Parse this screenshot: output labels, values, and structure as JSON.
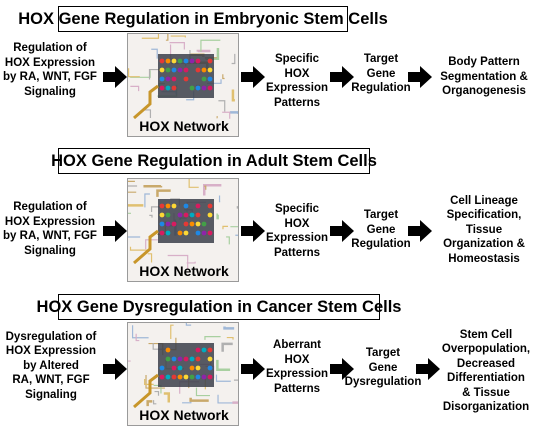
{
  "panels": [
    {
      "title": "HOX Gene Regulation in Embryonic Stem Cells",
      "input": [
        "Regulation of",
        "HOX Expression",
        "by RA, WNT, FGF",
        "Signaling"
      ],
      "network_label": "HOX Network",
      "expression": [
        "Specific",
        "HOX",
        "Expression",
        "Patterns"
      ],
      "target": [
        "Target",
        "Gene",
        "Regulation"
      ],
      "outcome": [
        "Body Pattern",
        "Segmentation &",
        "Organogenesis"
      ]
    },
    {
      "title": "HOX Gene Regulation in Adult Stem Cells",
      "input": [
        "Regulation of",
        "HOX Expression",
        "by RA, WNT, FGF",
        "Signaling"
      ],
      "network_label": "HOX Network",
      "expression": [
        "Specific",
        "HOX",
        "Expression",
        "Patterns"
      ],
      "target": [
        "Target",
        "Gene",
        "Regulation"
      ],
      "outcome": [
        "Cell Lineage",
        "Specification,",
        "Tissue",
        "Organization &",
        "Homeostasis"
      ]
    },
    {
      "title": "HOX Gene Dysregulation in Cancer Stem Cells",
      "input": [
        "Dysregulation of",
        "HOX Expression",
        "by Altered",
        "RA, WNT, FGF",
        "Signaling"
      ],
      "network_label": "HOX Network",
      "expression": [
        "Aberrant",
        "HOX",
        "Expression",
        "Patterns"
      ],
      "target": [
        "Target",
        "Gene",
        "Dysregulation"
      ],
      "outcome": [
        "Stem Cell",
        "Overpopulation,",
        "Decreased",
        "Differentiation",
        "& Tissue",
        "Disorganization"
      ]
    }
  ],
  "icons": {
    "arrow": "right-arrow-icon",
    "network": "circuit-network-image"
  }
}
